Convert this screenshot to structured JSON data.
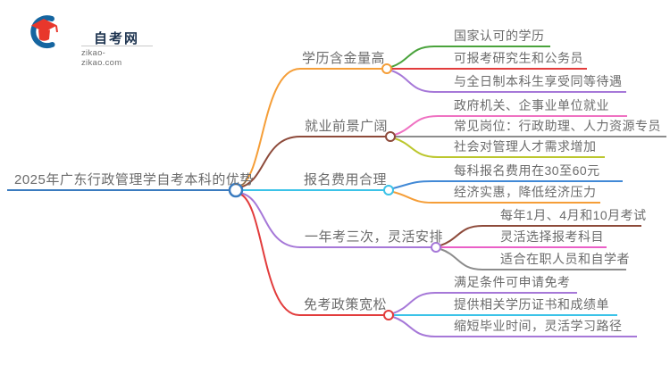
{
  "logo": {
    "title": "自考网",
    "domain": "zikao-zikao.com",
    "brand_blue": "#1565a0",
    "brand_red": "#e8372c"
  },
  "root": {
    "label": "2025年广东行政管理学自考本科的优势",
    "line_color": "#3a7bbf"
  },
  "text_color": "#6b6b6b",
  "branches": [
    {
      "label": "学历含金量高",
      "color": "#f59e38",
      "children": [
        {
          "label": "国家认可的学历",
          "color": "#4aa33c"
        },
        {
          "label": "可报考研究生和公务员",
          "color": "#e23c3c"
        },
        {
          "label": "与全日制本科生享受同等待遇",
          "color": "#a678d8"
        }
      ]
    },
    {
      "label": "就业前景广阔",
      "color": "#8d4a3a",
      "children": [
        {
          "label": "政府机关、企事业单位就业",
          "color": "#ef72c2"
        },
        {
          "label": "常见岗位：行政助理、人力资源专员",
          "color": "#8c8c8c"
        },
        {
          "label": "社会对管理人才需求增加",
          "color": "#bcc72e"
        }
      ]
    },
    {
      "label": "报名费用合理",
      "color": "#3bc3e8",
      "children": [
        {
          "label": "每科报名费用在30至60元",
          "color": "#4189d6"
        },
        {
          "label": "经济实惠，降低经济压力",
          "color": "#f59e38"
        }
      ]
    },
    {
      "label": "一年考三次，灵活安排",
      "color": "#a678d8",
      "children": [
        {
          "label": "每年1月、4月和10月考试",
          "color": "#8d4a3a"
        },
        {
          "label": "灵活选择报考科目",
          "color": "#ea5fc7"
        },
        {
          "label": "适合在职人员和自学者",
          "color": "#8c8c8c"
        }
      ]
    },
    {
      "label": "免考政策宽松",
      "color": "#e23c3c",
      "children": [
        {
          "label": "满足条件可申请免考",
          "color": "#a678d8"
        },
        {
          "label": "提供相关学历证书和成绩单",
          "color": "#3bc3e8"
        },
        {
          "label": "缩短毕业时间，灵活学习路径",
          "color": "#a678d8"
        }
      ]
    }
  ]
}
